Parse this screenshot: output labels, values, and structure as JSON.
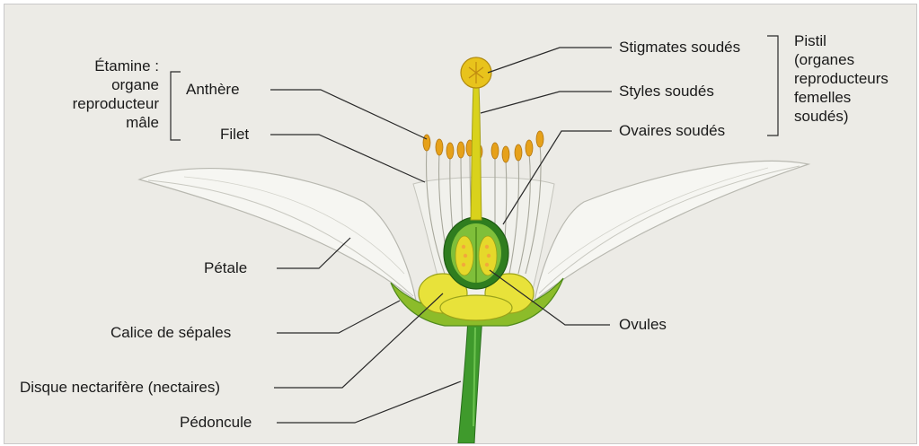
{
  "diagram": {
    "etamine_group": {
      "lines": [
        "Étamine :",
        "organe",
        "reproducteur",
        "mâle"
      ]
    },
    "pistil_group": {
      "lines": [
        "Pistil",
        "(organes",
        "reproducteurs",
        "femelles",
        "soudés)"
      ]
    },
    "labels": {
      "anthere": "Anthère",
      "filet": "Filet",
      "petale": "Pétale",
      "calice": "Calice de sépales",
      "disque": "Disque nectarifère (nectaires)",
      "pedoncule": "Pédoncule",
      "stigmates": "Stigmates soudés",
      "styles": "Styles soudés",
      "ovaires": "Ovaires soudés",
      "ovules": "Ovules"
    },
    "colors": {
      "background": "#ecebe6",
      "stem_green": "#3f9a2c",
      "pistil_yellow": "#d9d21c",
      "ovary_green": "#2f7d1f",
      "petal": "#f4f4f0",
      "anther_orange": "#e6a11a"
    }
  }
}
